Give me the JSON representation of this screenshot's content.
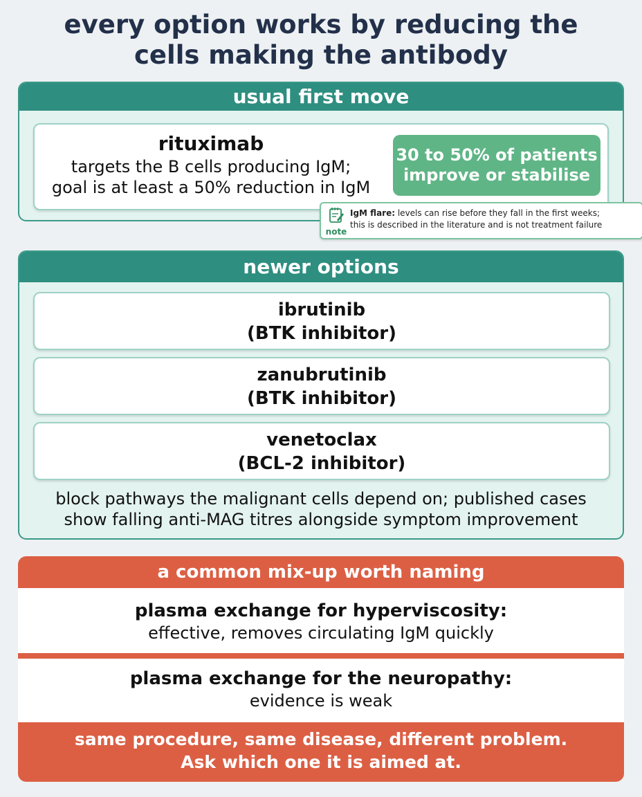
{
  "title": {
    "line1": "every option works by reducing the",
    "line2": "cells making the antibody"
  },
  "first_move": {
    "header": "usual first move",
    "drug": "rituximab",
    "desc_line1": "targets the B cells producing IgM;",
    "desc_line2": "goal is at least a 50% reduction in IgM",
    "badge_line1": "30 to 50% of patients",
    "badge_line2": "improve or stabilise",
    "note": {
      "icon": "notepad-icon",
      "icon_label": "note",
      "bold": "IgM flare:",
      "line1_rest": " levels can rise before they fall in the first weeks;",
      "line2": "this is described in the literature and is not treatment failure"
    }
  },
  "newer": {
    "header": "newer options",
    "drugs": [
      {
        "name": "ibrutinib",
        "class": "(BTK inhibitor)"
      },
      {
        "name": "zanubrutinib",
        "class": "(BTK inhibitor)"
      },
      {
        "name": "venetoclax",
        "class": "(BCL-2 inhibitor)"
      }
    ],
    "footer_line1": "block pathways the malignant cells depend on; published cases",
    "footer_line2": "show falling anti-MAG titres alongside symptom improvement"
  },
  "mixup": {
    "header": "a common mix-up worth naming",
    "rows": [
      {
        "title": "plasma exchange for hyperviscosity:",
        "desc": "effective, removes circulating IgM quickly"
      },
      {
        "title": "plasma exchange for the neuropathy:",
        "desc": "evidence is weak"
      }
    ],
    "footer_line1": "same procedure, same disease, different problem.",
    "footer_line2": "Ask which one it is aimed at."
  },
  "colors": {
    "teal": "#2e8e80",
    "panel_bg": "#e3f3ef",
    "green_badge": "#5fb586",
    "orange": "#dc5f44",
    "title": "#23304a"
  }
}
